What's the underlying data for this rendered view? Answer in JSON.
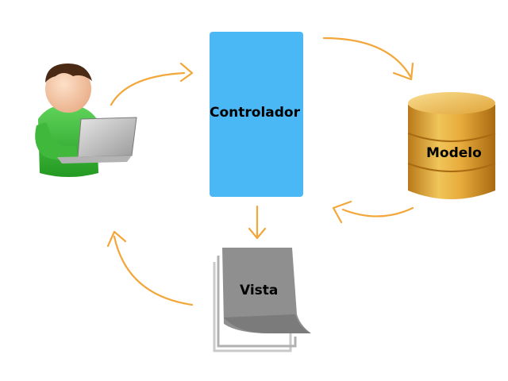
{
  "diagram": {
    "controller": {
      "label": "Controlador",
      "color": "#4ab8f5"
    },
    "model": {
      "label": "Modelo",
      "color": "#e3a430"
    },
    "view": {
      "label": "Vista",
      "color": "#8f8f8f"
    },
    "arrow_color": "#f3a73a",
    "user": {
      "icon": "user-with-laptop-icon"
    }
  }
}
